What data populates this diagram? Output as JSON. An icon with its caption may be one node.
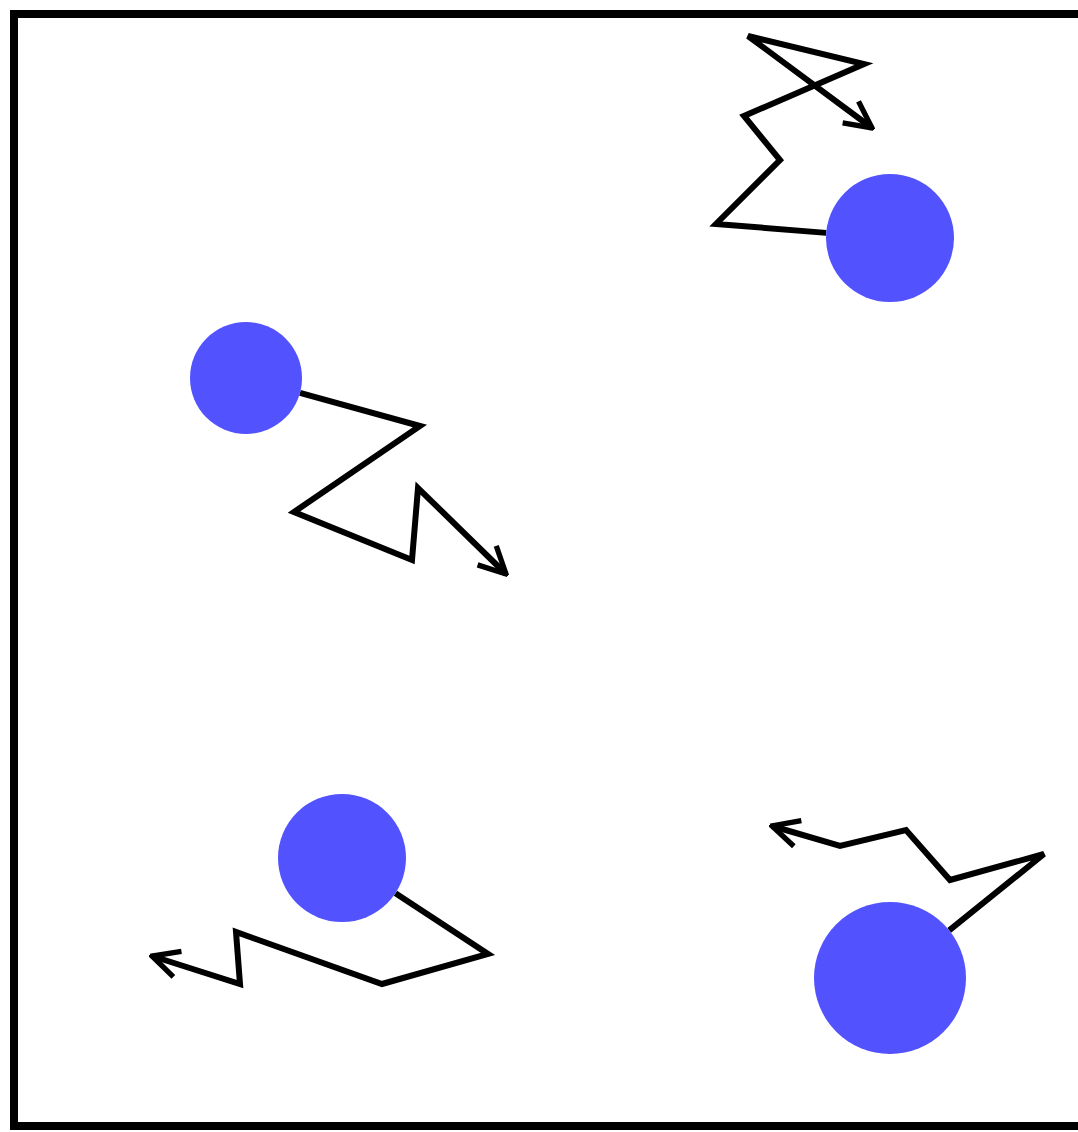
{
  "diagram": {
    "nodes": [
      {
        "text": [],
        "shape": "circle"
      },
      {
        "text": [],
        "shape": "circle"
      },
      {
        "text": [],
        "shape": "circle"
      },
      {
        "text": [],
        "shape": "circle"
      }
    ],
    "edges": [
      {
        "from": 0,
        "to": null,
        "arrow": "to"
      },
      {
        "from": 1,
        "to": null,
        "arrow": "to"
      },
      {
        "from": 2,
        "to": null,
        "arrow": "to"
      },
      {
        "from": 3,
        "to": null,
        "arrow": "to"
      }
    ]
  }
}
